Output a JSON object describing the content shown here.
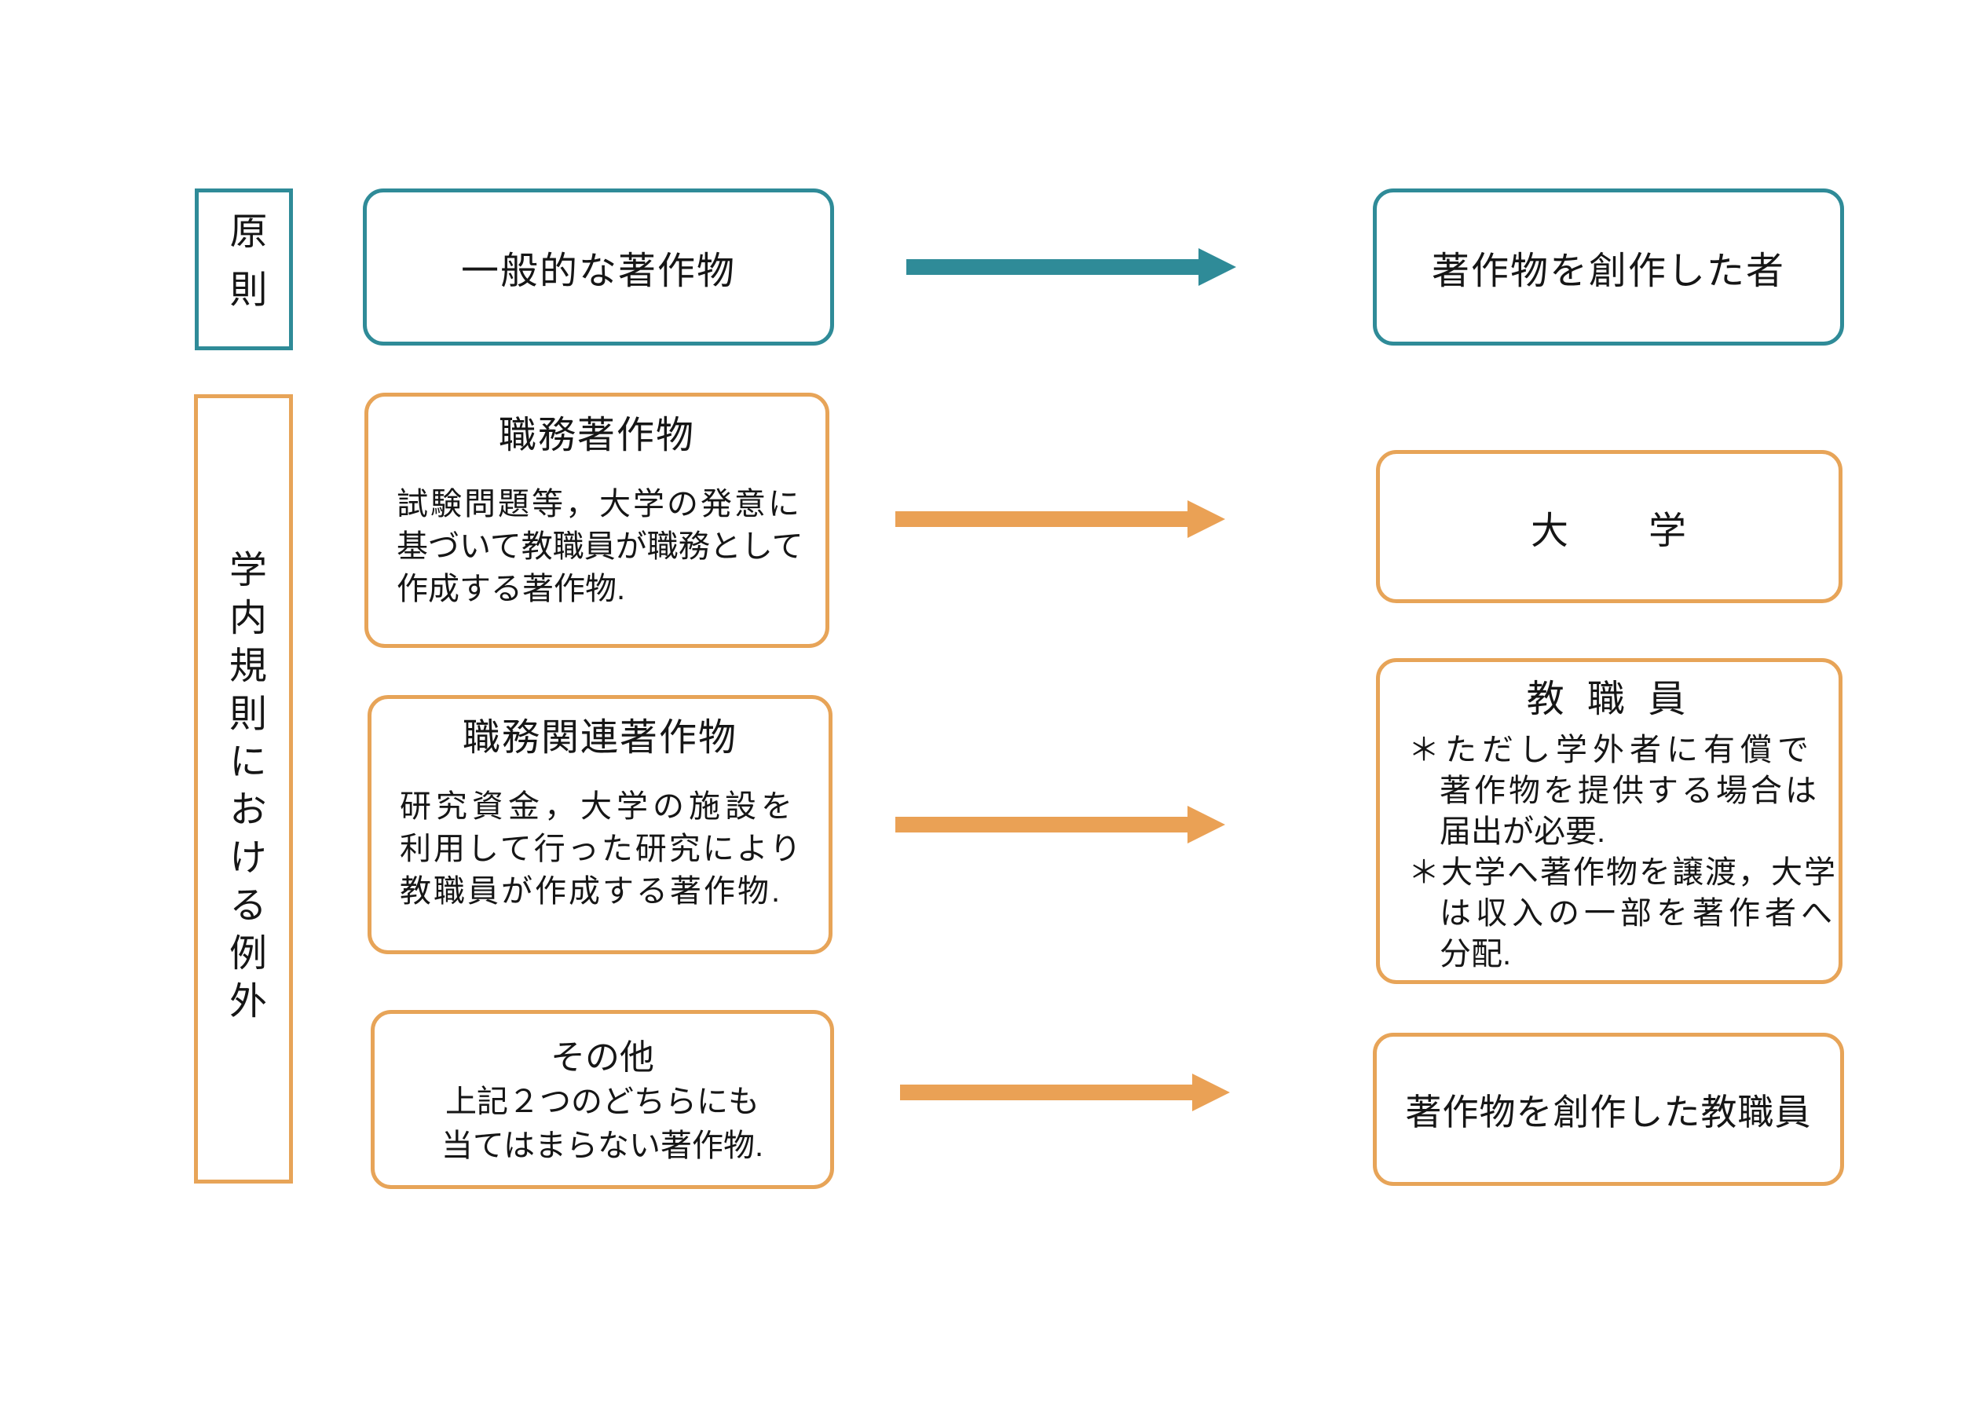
{
  "colors": {
    "teal": "#2f8b98",
    "orange_border": "#e7a458",
    "orange_arrow": "#eaa155",
    "text": "#161616",
    "background": "#ffffff"
  },
  "principle": {
    "row_label": "原則",
    "source": "一般的な著作物",
    "target": "著作物を創作した者"
  },
  "exceptions": {
    "group_label": "学内規則における例外",
    "work_for_hire": {
      "title": "職務著作物",
      "body": [
        "試験問題等，大学の発意に",
        "基づいて教職員が職務として",
        "作成する著作物."
      ]
    },
    "duty_related": {
      "title": "職務関連著作物",
      "body": [
        "研究資金，大学の施設を",
        "利用して行った研究により",
        "教職員が作成する著作物."
      ]
    },
    "other": {
      "title": "その他",
      "body": [
        "上記２つのどちらにも",
        "当てはまらない著作物."
      ]
    },
    "university": "大　　学",
    "faculty_staff": {
      "title": "教 職 員",
      "notes": [
        "＊ただし学外者に有償で",
        "著作物を提供する場合は",
        "届出が必要.",
        "＊大学へ著作物を譲渡，大学",
        "は収入の一部を著作者へ",
        "分配."
      ]
    },
    "creator_staff": "著作物を創作した教職員"
  }
}
